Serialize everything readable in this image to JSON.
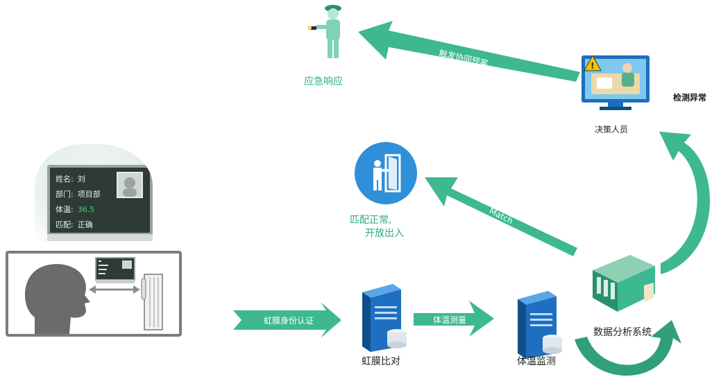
{
  "nodes": {
    "emergency": {
      "label": "应急响应"
    },
    "decision": {
      "label": "决策人员"
    },
    "match_ok": {
      "line1": "匹配正常,",
      "line2": "开放出入"
    },
    "iris_compare": {
      "label": "虹膜比对"
    },
    "temp_monitor": {
      "label": "体温监测"
    },
    "analysis": {
      "label": "数据分析系统"
    }
  },
  "edges": {
    "trigger_plan": "触发协同预案",
    "anomaly": "检测异常",
    "match": "Match",
    "iris_auth": "虹膜身份认证",
    "temp_measure": "体温测量"
  },
  "id_card": {
    "name_label": "姓名:",
    "name_value": "刘",
    "dept_label": "部门:",
    "dept_value": "项目部",
    "temp_label": "体温:",
    "temp_value": "36.5",
    "match_label": "匹配:",
    "match_value": "正确"
  },
  "colors": {
    "teal": "#3db891",
    "teal_dark": "#2a8f6f",
    "blue_circle": "#2f8fd8",
    "server_blue": "#1f6fc0",
    "warning_yellow": "#f5c400"
  }
}
